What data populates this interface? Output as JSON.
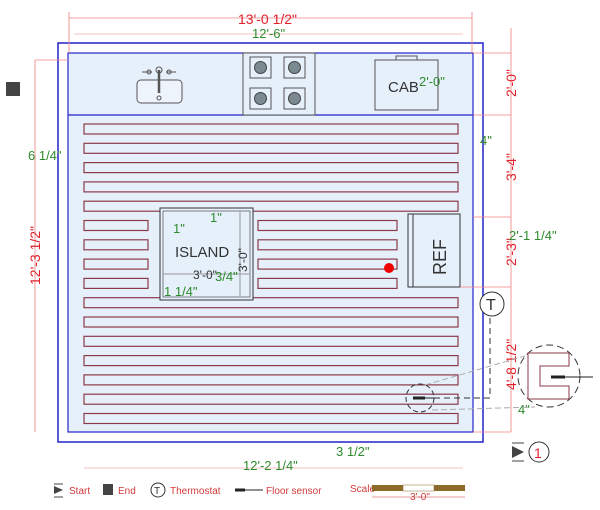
{
  "dimensions": {
    "overall_width": "13'-0 1/2\"",
    "inner_width": "12'-6\"",
    "heated_width": "12'-2 1/4\"",
    "overall_height": "12'-3 1/2\"",
    "counter_depth": "2'-0\"",
    "upper_run": "3'-4\"",
    "ref_run": "2'-3\"",
    "lower_run": "4'-8 1/2\"",
    "left_offset": "6 1/4\"",
    "right_offset": "4\"",
    "ref_offset": "2'-1 1/4\"",
    "cab_depth": "2'-0\"",
    "bottom_offset": "3 1/2\"",
    "sensor_offset": "4\"",
    "island_top_1": "1\"",
    "island_top_2": "1\"",
    "island_width": "3'-0\"",
    "island_depth": "3'-0\"",
    "island_side": "3/4\"",
    "island_bottom": "1 1/4\""
  },
  "fixtures": {
    "island": "ISLAND",
    "refrigerator": "REF",
    "cabinet": "CAB",
    "thermostat_symbol": "T",
    "section_marker": "1"
  },
  "legend": {
    "start": "Start",
    "end": "End",
    "thermostat": "Thermostat",
    "thermostat_symbol": "T",
    "floor_sensor": "Floor sensor",
    "scale_label": "Scale",
    "scale_value": "3'-0\""
  },
  "colors": {
    "wall": "#2222cc",
    "pipe": "#8b3a4a",
    "dimension": "#e0202a",
    "dimension_secondary": "#2e8b2e",
    "floor": "#e6f0fb"
  }
}
